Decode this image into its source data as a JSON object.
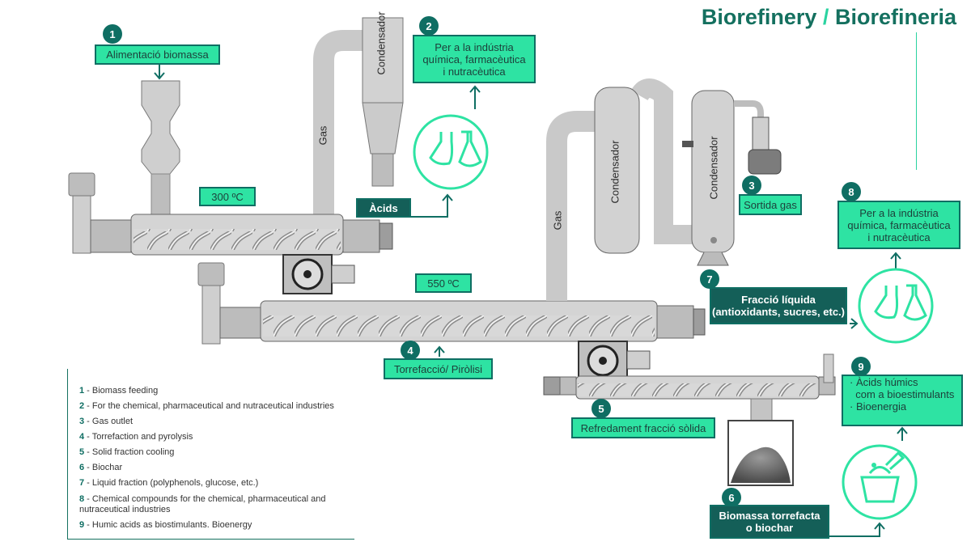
{
  "title": {
    "en": "Biorefinery",
    "sep": "/",
    "ca": "Biorefineria"
  },
  "labels": {
    "l1": "Alimentació biomassa",
    "l2": [
      "Per a la indústria",
      "química, farmacèutica",
      "i nutracèutica"
    ],
    "acids": "Àcids",
    "t300": "300 ºC",
    "l3": "Sortida gas",
    "t550": "550 ºC",
    "l4": "Torrefacció/ Piròlisi",
    "l5": "Refredament fracció sòlida",
    "l6": [
      "Biomassa torrefacta",
      "o biochar"
    ],
    "l7": [
      "Fracció líquida",
      "(antioxidants, sucres, etc.)"
    ],
    "l8": [
      "Per a la indústria",
      "química, farmacèutica",
      "i nutracèutica"
    ],
    "l9": [
      "· Àcids húmics",
      "  com a bioestimulants",
      "· Bioenergia"
    ]
  },
  "vertical": {
    "condensador": "Condensador",
    "gas": "Gas"
  },
  "numbers": [
    "1",
    "2",
    "3",
    "4",
    "5",
    "6",
    "7",
    "8",
    "9"
  ],
  "legend": [
    {
      "num": "1",
      "text": " - Biomass feeding"
    },
    {
      "num": "2",
      "text": " - For the chemical, pharmaceutical and nutraceutical industries"
    },
    {
      "num": "3",
      "text": " - Gas outlet"
    },
    {
      "num": "4",
      "text": " - Torrefaction and pyrolysis"
    },
    {
      "num": "5",
      "text": " - Solid fraction cooling"
    },
    {
      "num": "6",
      "text": " - Biochar"
    },
    {
      "num": "7",
      "text": " - Liquid fraction (polyphenols, glucose, etc.)"
    },
    {
      "num": "8",
      "text": " - Chemical compounds for the chemical, pharmaceutical and nutraceutical industries"
    },
    {
      "num": "9",
      "text": " - Humic acids as biostimulants. Bioenergy"
    }
  ],
  "colors": {
    "accent": "#2ee3a3",
    "dark": "#0f6e63",
    "equipment": "#cfcfcf",
    "outline": "#555555"
  }
}
